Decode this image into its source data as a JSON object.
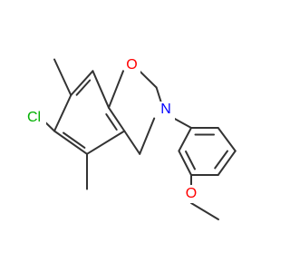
{
  "molecule": {
    "atoms": {
      "oxygen_ring": {
        "symbol": "O"
      },
      "nitrogen": {
        "symbol": "N"
      },
      "chlorine": {
        "symbol": "Cl"
      },
      "oxygen_methoxy": {
        "symbol": "O"
      }
    },
    "colors": {
      "bond": "#333333",
      "oxygen": "#ff0000",
      "nitrogen": "#0000ff",
      "chlorine": "#00b000"
    }
  }
}
